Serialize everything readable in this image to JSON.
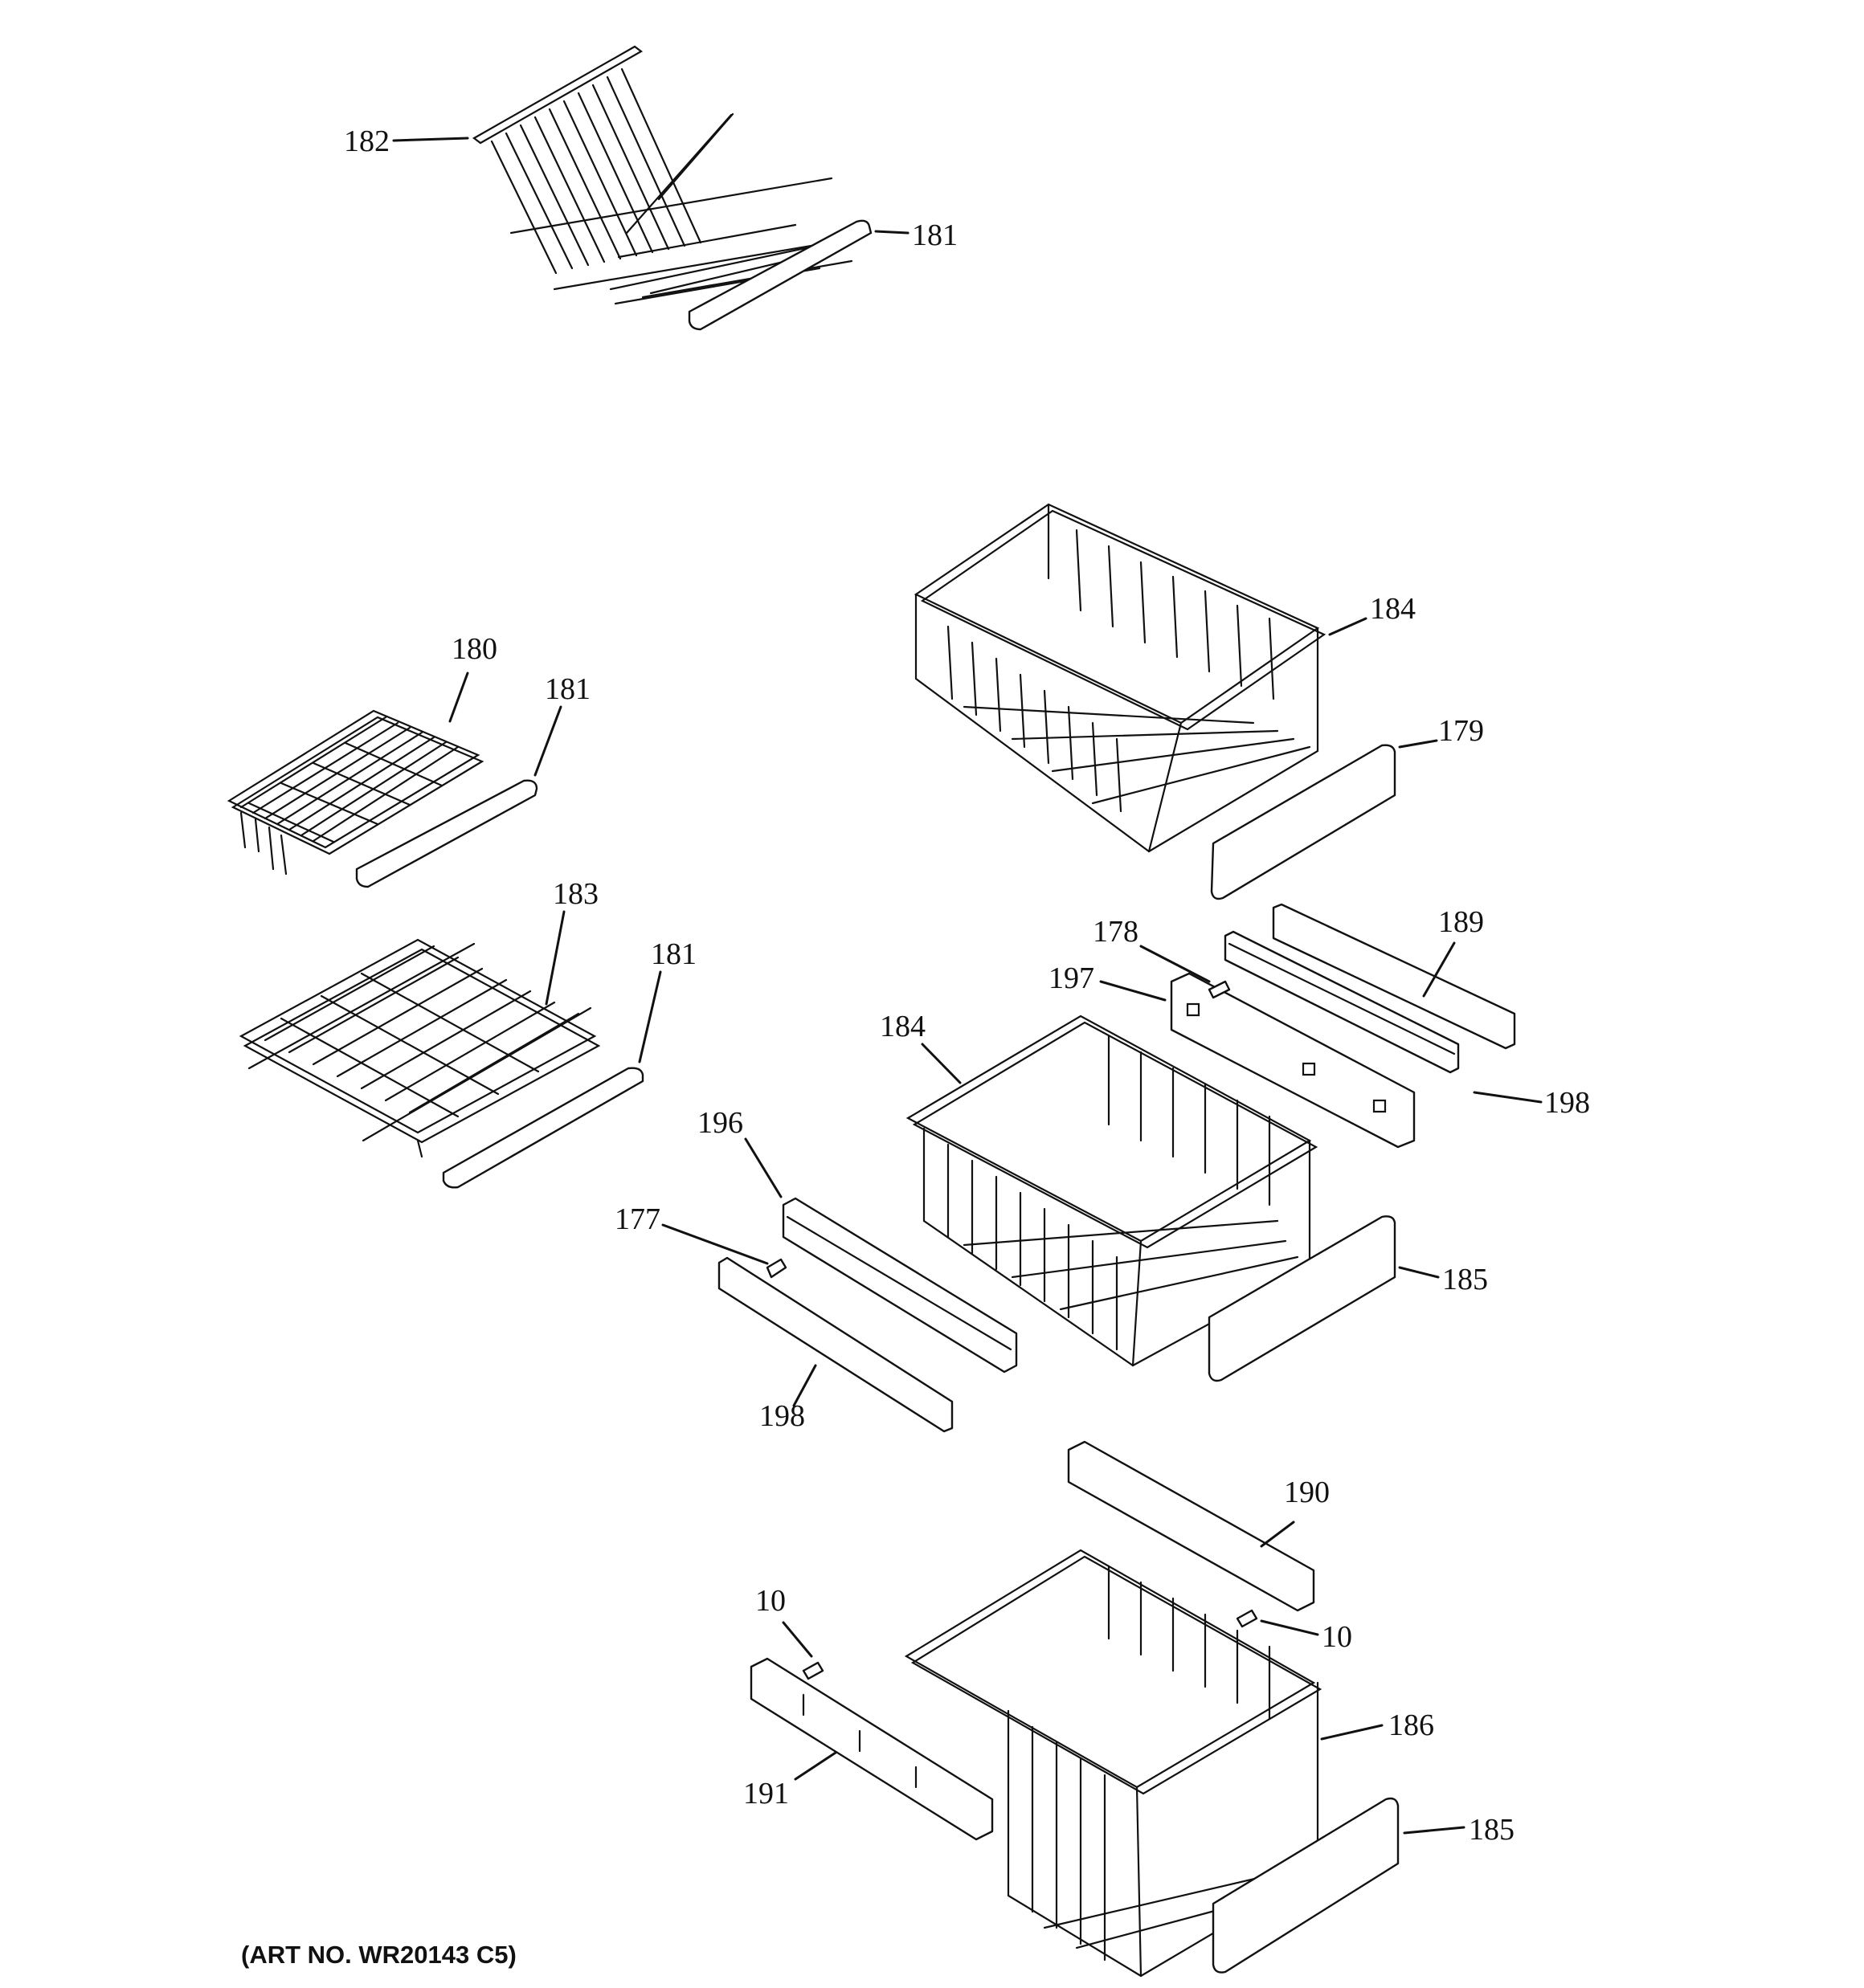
{
  "caption": "(ART NO. WR20143 C5)",
  "callouts": {
    "c182": "182",
    "c181a": "181",
    "c180": "180",
    "c181b": "181",
    "c183": "183",
    "c181c": "181",
    "c184a": "184",
    "c179": "179",
    "c178": "178",
    "c189": "189",
    "c197": "197",
    "c184b": "184",
    "c198a": "198",
    "c196": "196",
    "c177": "177",
    "c185a": "185",
    "c198b": "198",
    "c190": "190",
    "c10a": "10",
    "c10b": "10",
    "c186": "186",
    "c191": "191",
    "c185b": "185"
  }
}
